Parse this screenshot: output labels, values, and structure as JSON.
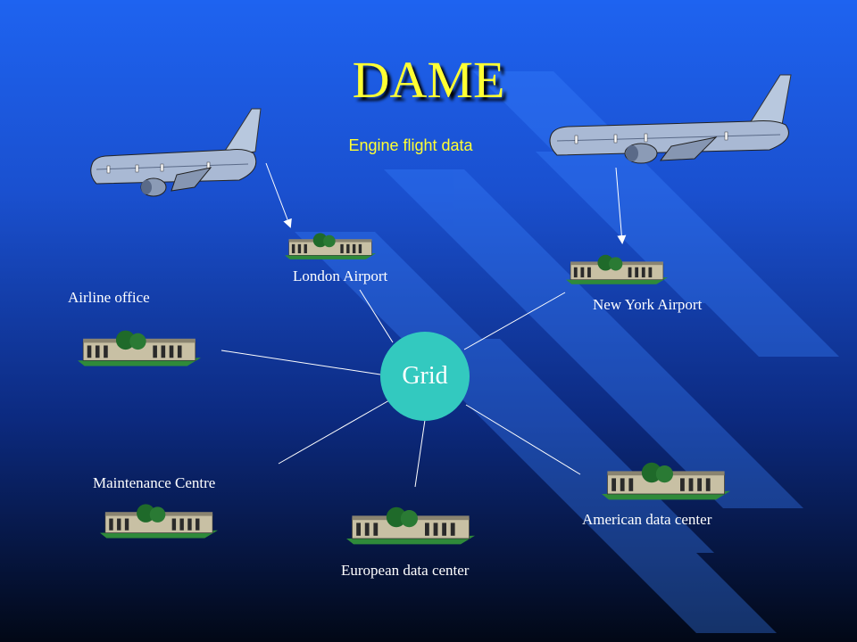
{
  "title": "DAME",
  "subtitle": "Engine flight data",
  "grid": {
    "label": "Grid",
    "color": "#33c9bf"
  },
  "colors": {
    "title": "#ffff33",
    "background_top": "#1e63f0",
    "background_bottom": "#020816"
  },
  "locations": {
    "london_airport": "London Airport",
    "new_york_airport": "New York Airport",
    "airline_office": "Airline office",
    "maintenance_centre": "Maintenance Centre",
    "european_data_center": "European data center",
    "american_data_center": "American data center"
  },
  "icons": {
    "aircraft": "aircraft-icon",
    "building": "building-icon"
  }
}
